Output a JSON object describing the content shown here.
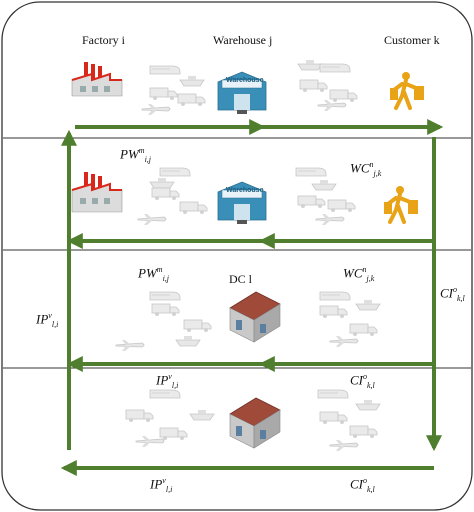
{
  "headers": {
    "factory": "Factory i",
    "warehouse": "Warehouse j",
    "customer": "Customer k"
  },
  "icons": {
    "warehouse_sign": "Warehouse",
    "factory": "factory-icon",
    "warehouse": "warehouse-icon",
    "customer": "customer-shopper-icon",
    "dc": "distribution-center-icon",
    "transport": [
      "truck-icon",
      "train-icon",
      "plane-icon",
      "ship-icon"
    ]
  },
  "dc_label": "DC l",
  "flows": {
    "pw": {
      "base": "PW",
      "sup": "m",
      "sub": "i,j"
    },
    "wc": {
      "base": "WC",
      "sup": "n",
      "sub": "j,k"
    },
    "ip": {
      "base": "IP",
      "sup": "v",
      "sub": "l,i"
    },
    "ci": {
      "base": "CI",
      "sup": "o",
      "sub": "k,l"
    }
  },
  "colors": {
    "arrow": "#4f7f2e",
    "frame": "#333333",
    "factory_roof": "#d8281c",
    "customer": "#e8a317",
    "warehouse_body": "#3a8fb8",
    "dc_roof": "#a04a3a"
  }
}
